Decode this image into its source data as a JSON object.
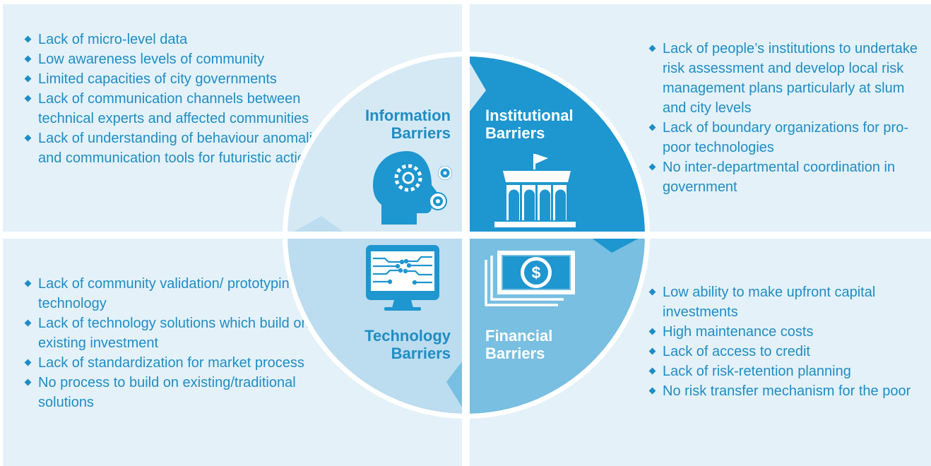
{
  "quadrants": {
    "information": {
      "title": "Information\nBarriers",
      "items": [
        "Lack of micro-level data",
        "Low awareness levels of community",
        "Limited capacities of city governments",
        "Lack of communication channels between technical experts and affected communities",
        "Lack of understanding of behaviour anomalies and communication tools for futuristic action"
      ]
    },
    "institutional": {
      "title": "Institutional\nBarriers",
      "items": [
        "Lack of people’s institutions to undertake risk assessment and develop local risk management plans particularly at slum and city levels",
        "Lack of boundary organizations for pro-poor technologies",
        "No inter-departmental coordination in government"
      ]
    },
    "technology": {
      "title": "Technology\nBarriers",
      "items": [
        "Lack of community validation/ prototyping of technology",
        "Lack of technology solutions which build on existing investment",
        "Lack of standardization for market process",
        "No process to build on existing/traditional solutions"
      ]
    },
    "financial": {
      "title": "Financial\nBarriers",
      "items": [
        "Low ability to make upfront capital investments",
        "High maintenance costs",
        "Lack of access to credit",
        "Lack of risk-retention planning",
        "No risk transfer mechanism for the poor"
      ]
    }
  },
  "icons": {
    "information": "head-gears-icon",
    "institutional": "government-building-icon",
    "technology": "circuit-monitor-icon",
    "financial": "money-bills-icon"
  },
  "colors": {
    "panel_background": "#e4f1f9",
    "information_quadrant": "#d5e9f5",
    "institutional_quadrant": "#1e96d0",
    "technology_quadrant": "#bcdcef",
    "financial_quadrant": "#78bfe1",
    "text_blue": "#1e8dc4"
  }
}
